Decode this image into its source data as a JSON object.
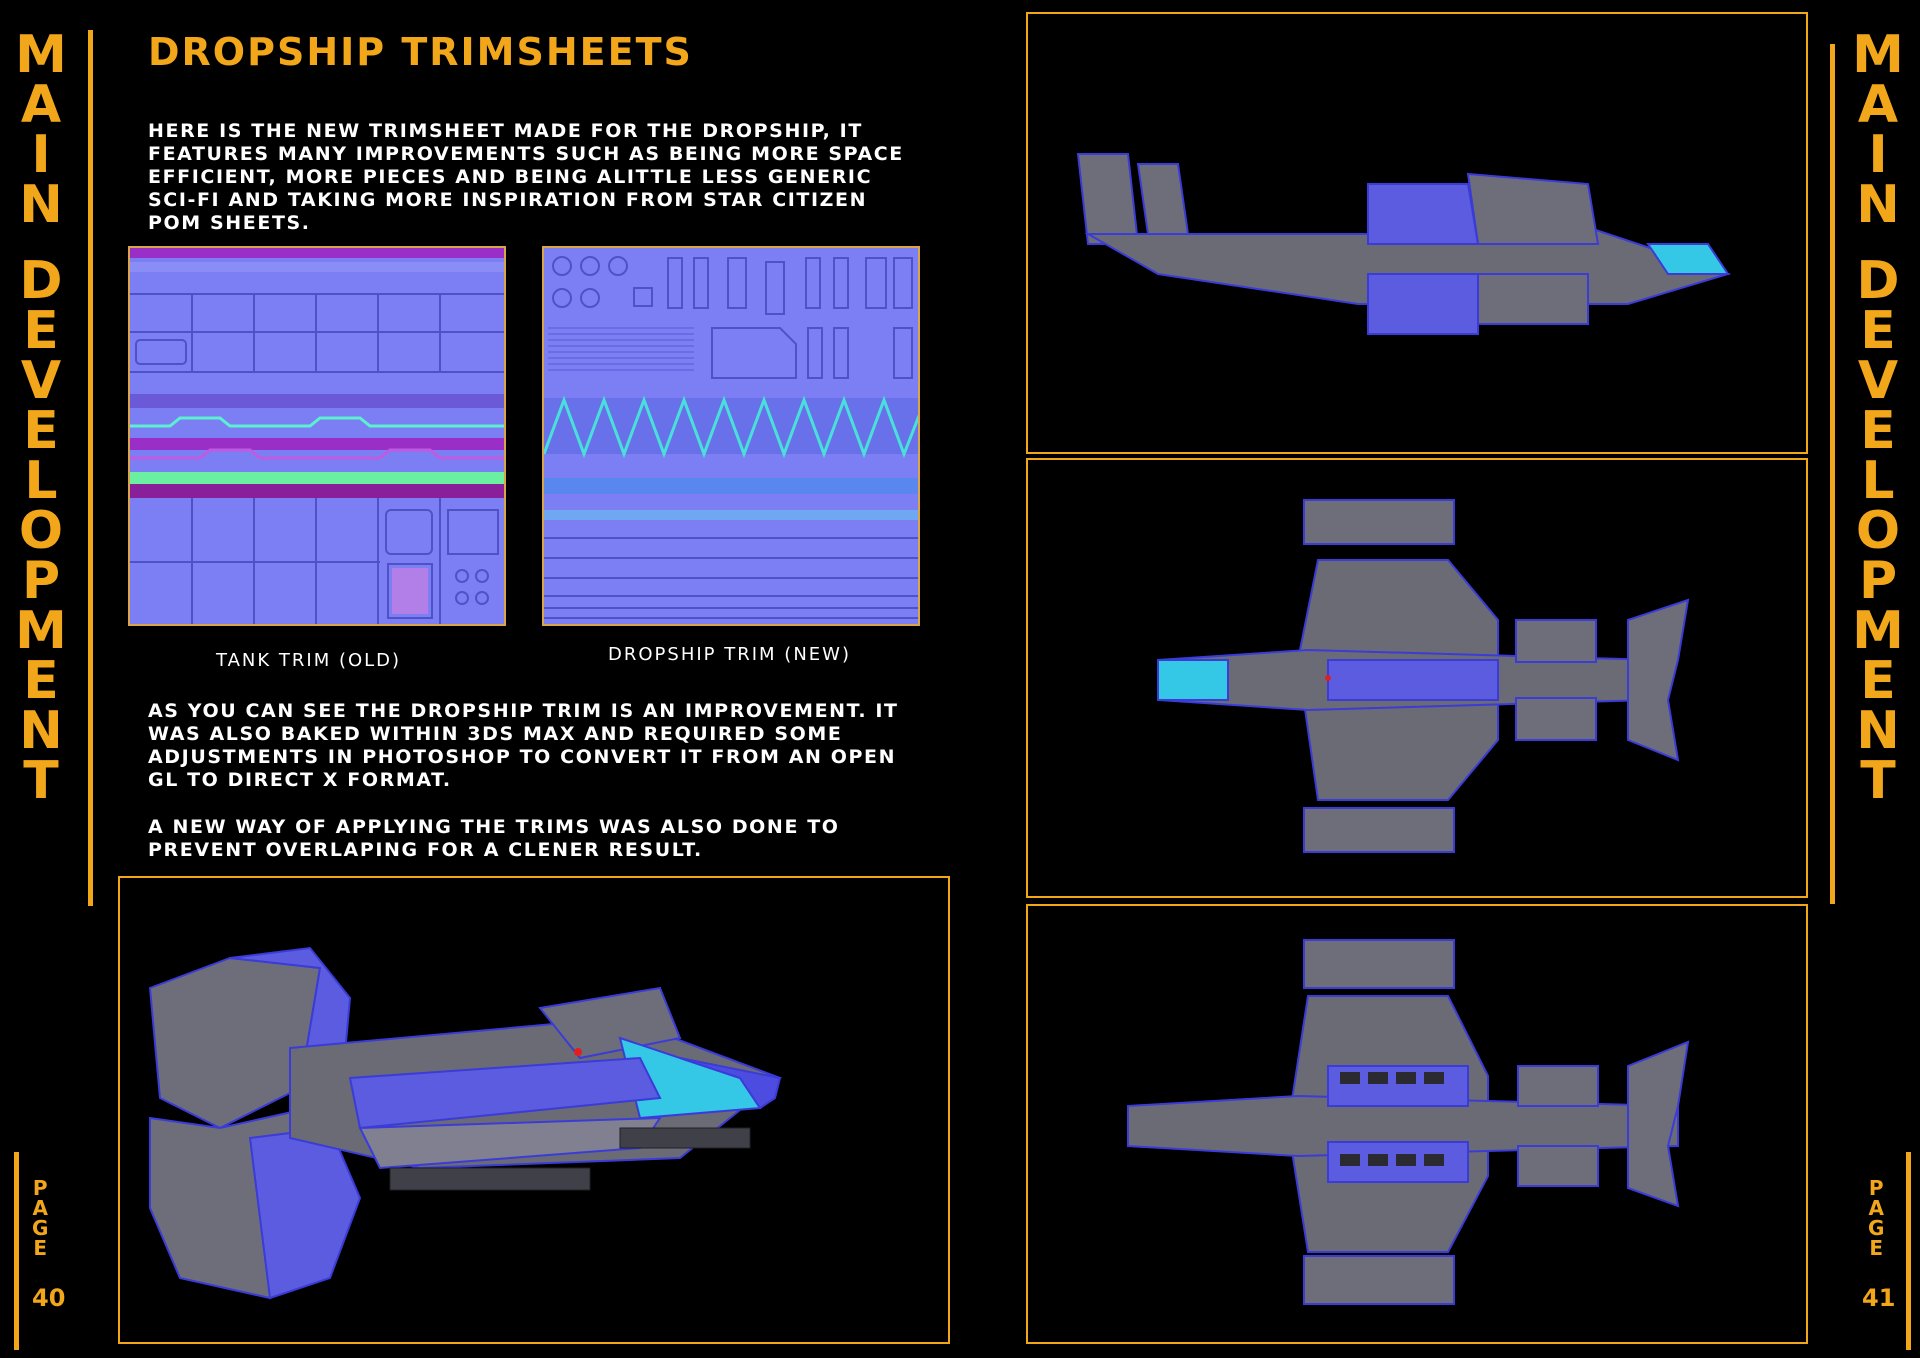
{
  "spine": {
    "left_letters_1": [
      "M",
      "A",
      "I",
      "N"
    ],
    "left_letters_2": [
      "D",
      "E",
      "V",
      "E",
      "L",
      "O",
      "P",
      "M",
      "E",
      "N",
      "T"
    ],
    "page_word": [
      "P",
      "A",
      "G",
      "E"
    ],
    "left_page_number": "40",
    "right_page_number": "41"
  },
  "title": "DROPSHIP TRIMSHEETS",
  "intro_paragraph": "HERE IS THE NEW TRIMSHEET MADE FOR THE DROPSHIP, IT FEATURES MANY IMPROVEMENTS SUCH AS BEING MORE SPACE EFFICIENT, MORE PIECES AND BEING ALITTLE LESS GENERIC SCI-FI AND TAKING MORE INSPIRATION FROM STAR CITIZEN POM SHEETS.",
  "captions": {
    "old": "TANK TRIM (OLD)",
    "new": "DROPSHIP TRIM (NEW)"
  },
  "paragraph_2": "AS YOU CAN SEE THE DROPSHIP TRIM IS AN IMPROVEMENT. IT WAS ALSO BAKED WITHIN 3DS MAX AND REQUIRED SOME ADJUSTMENTS IN PHOTOSHOP TO CONVERT IT FROM AN OPEN GL TO DIRECT X FORMAT.",
  "paragraph_3": "A NEW WAY OF APPLYING THE TRIMS WAS ALSO DONE TO PREVENT OVERLAPING FOR A CLENER RESULT.",
  "colors": {
    "accent": "#f2a71b",
    "background": "#000000",
    "normal_map_base": "#7a7cf2",
    "hull_grey": "#6b6b76",
    "hull_blue": "#5b5ce0",
    "cockpit_cyan": "#35c7e6"
  }
}
